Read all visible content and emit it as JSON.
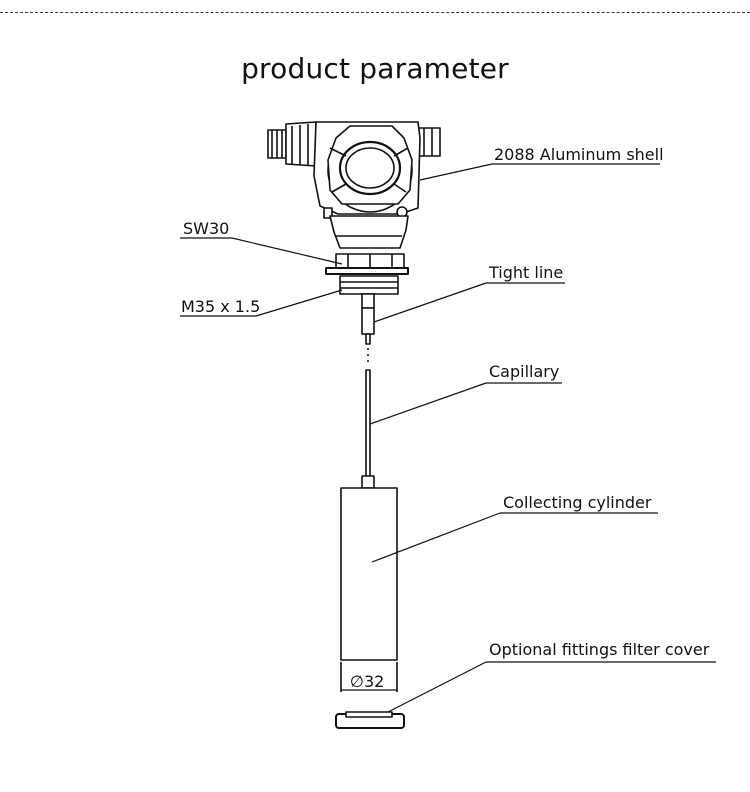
{
  "title": "product parameter",
  "labels": {
    "shell": "2088 Aluminum shell",
    "sw30": "SW30",
    "thread": "M35 x 1.5",
    "tight_line": "Tight line",
    "capillary": "Capillary",
    "cylinder": "Collecting cylinder",
    "filter_cover": "Optional fittings filter cover",
    "diameter": "∅32"
  }
}
